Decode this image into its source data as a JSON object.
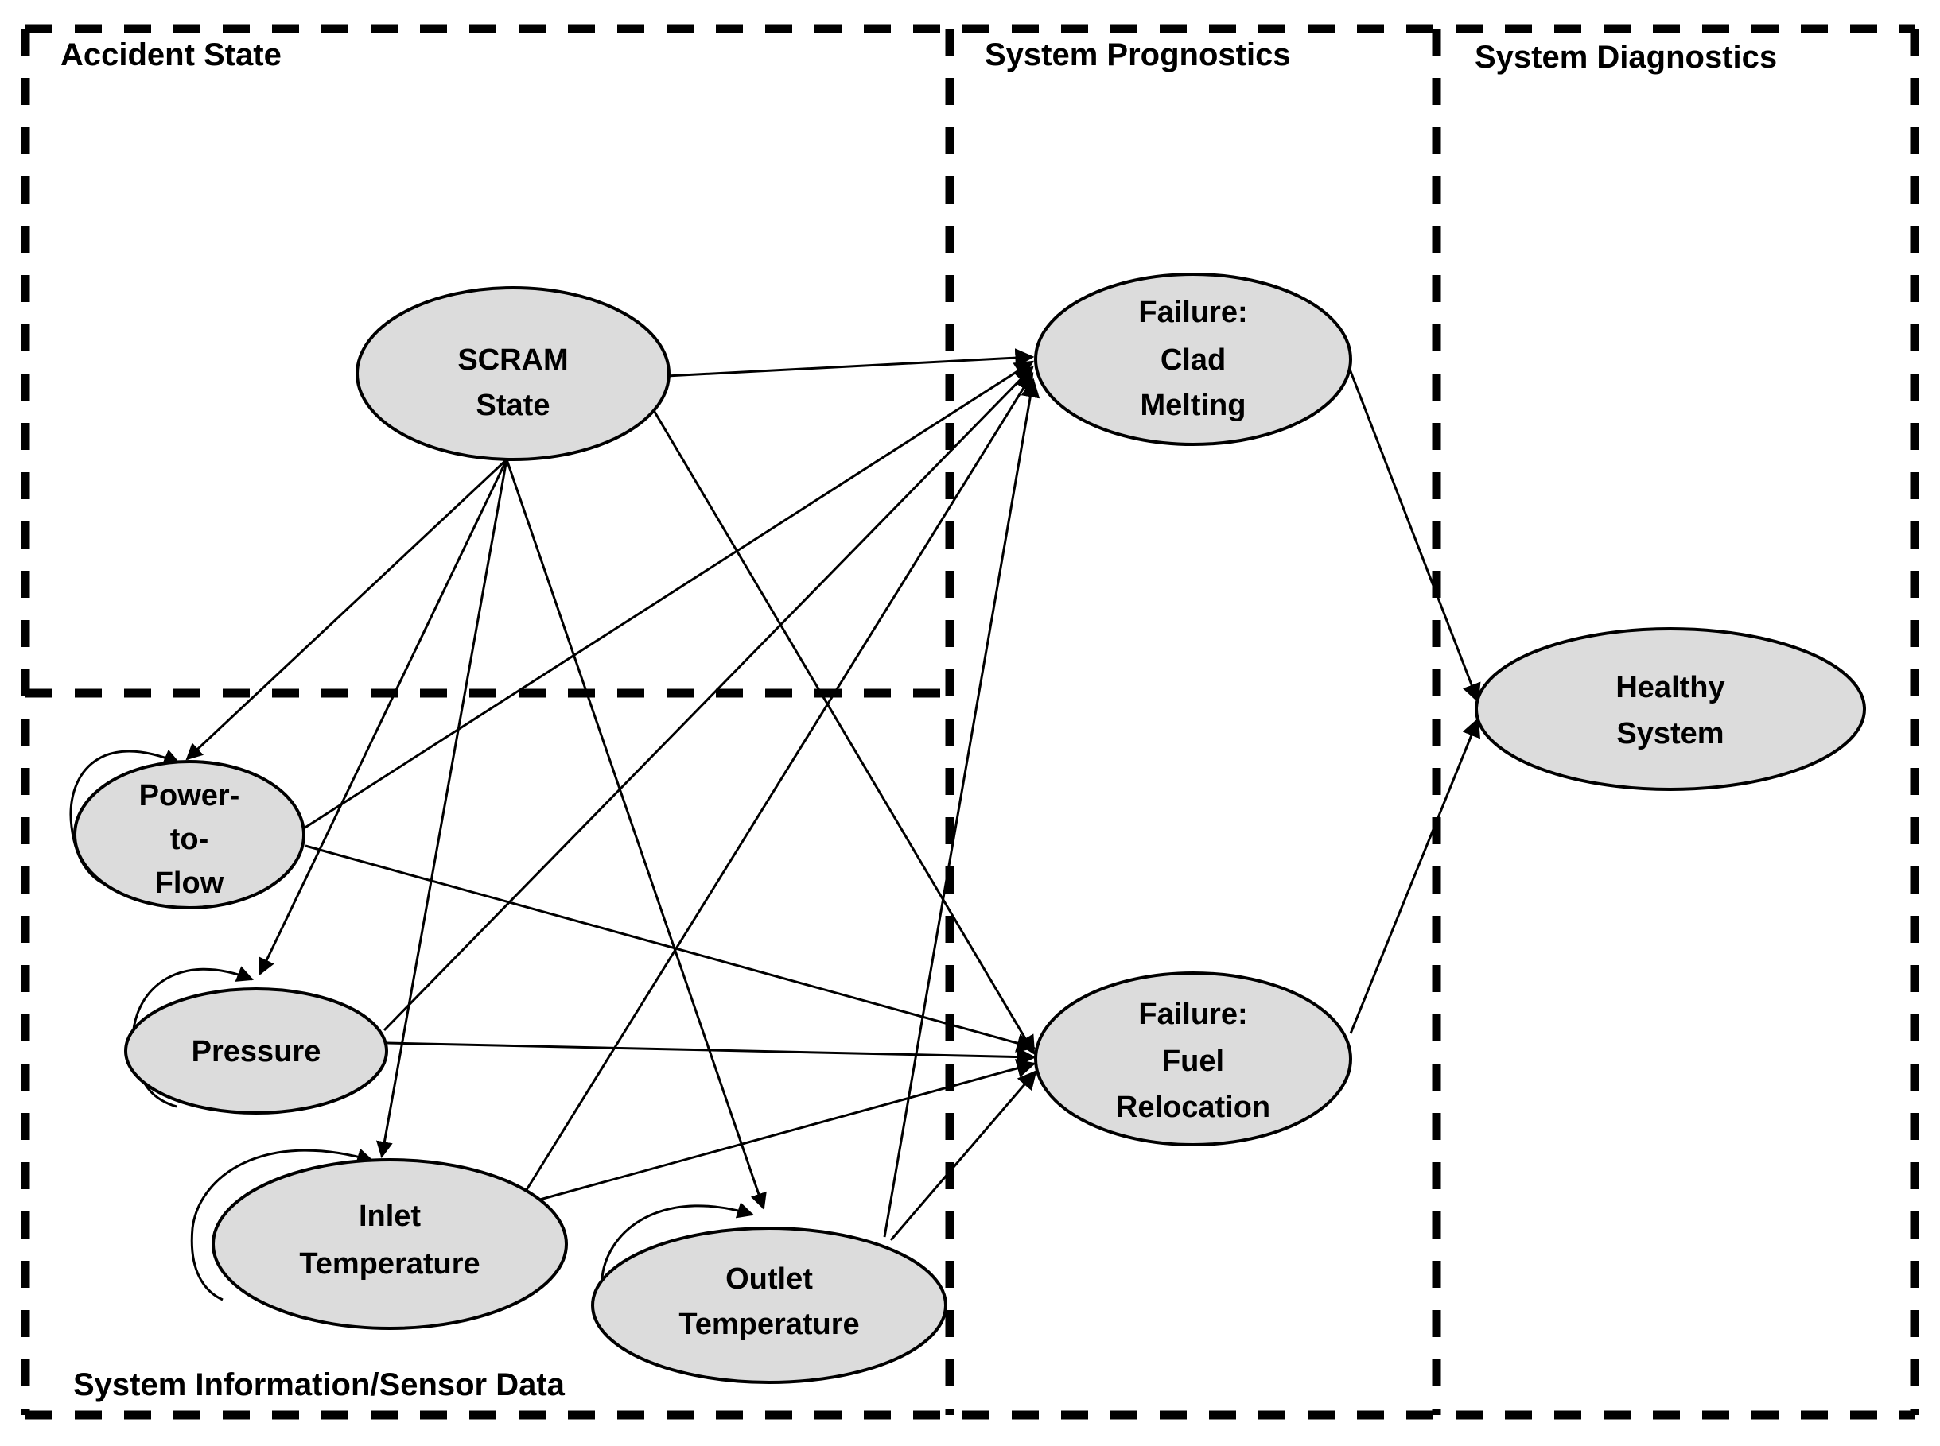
{
  "diagram": {
    "title_regions": [
      {
        "id": "accident-state",
        "label": "Accident State"
      },
      {
        "id": "system-prognostics",
        "label": "System Prognostics"
      },
      {
        "id": "system-diagnostics",
        "label": "System Diagnostics"
      },
      {
        "id": "system-information",
        "label": "System Information/Sensor Data"
      }
    ],
    "colors": {
      "node_fill": "#dcdcdc",
      "node_stroke": "#000000",
      "edge": "#000000",
      "background": "#ffffff",
      "border": "#000000"
    },
    "nodes": [
      {
        "id": "scram-state",
        "label_line1": "SCRAM",
        "label_line2": "State",
        "label_line3": "",
        "region": "accident-state"
      },
      {
        "id": "power-to-flow",
        "label_line1": "Power-",
        "label_line2": "to-",
        "label_line3": "Flow",
        "region": "system-information"
      },
      {
        "id": "pressure",
        "label_line1": "Pressure",
        "label_line2": "",
        "label_line3": "",
        "region": "system-information"
      },
      {
        "id": "inlet-temperature",
        "label_line1": "Inlet",
        "label_line2": "Temperature",
        "label_line3": "",
        "region": "system-information"
      },
      {
        "id": "outlet-temperature",
        "label_line1": "Outlet",
        "label_line2": "Temperature",
        "label_line3": "",
        "region": "system-information"
      },
      {
        "id": "failure-clad-melting",
        "label_line1": "Failure:",
        "label_line2": "Clad",
        "label_line3": "Melting",
        "region": "system-prognostics"
      },
      {
        "id": "failure-fuel-relocation",
        "label_line1": "Failure:",
        "label_line2": "Fuel",
        "label_line3": "Relocation",
        "region": "system-prognostics"
      },
      {
        "id": "healthy-system",
        "label_line1": "Healthy",
        "label_line2": "System",
        "label_line3": "",
        "region": "system-diagnostics"
      }
    ],
    "edges": [
      {
        "from": "scram-state",
        "to": "power-to-flow"
      },
      {
        "from": "scram-state",
        "to": "pressure"
      },
      {
        "from": "scram-state",
        "to": "inlet-temperature"
      },
      {
        "from": "scram-state",
        "to": "outlet-temperature"
      },
      {
        "from": "scram-state",
        "to": "failure-clad-melting"
      },
      {
        "from": "scram-state",
        "to": "failure-fuel-relocation"
      },
      {
        "from": "power-to-flow",
        "to": "power-to-flow"
      },
      {
        "from": "power-to-flow",
        "to": "failure-clad-melting"
      },
      {
        "from": "power-to-flow",
        "to": "failure-fuel-relocation"
      },
      {
        "from": "pressure",
        "to": "pressure"
      },
      {
        "from": "pressure",
        "to": "failure-clad-melting"
      },
      {
        "from": "pressure",
        "to": "failure-fuel-relocation"
      },
      {
        "from": "inlet-temperature",
        "to": "inlet-temperature"
      },
      {
        "from": "inlet-temperature",
        "to": "failure-clad-melting"
      },
      {
        "from": "inlet-temperature",
        "to": "failure-fuel-relocation"
      },
      {
        "from": "outlet-temperature",
        "to": "outlet-temperature"
      },
      {
        "from": "outlet-temperature",
        "to": "failure-clad-melting"
      },
      {
        "from": "outlet-temperature",
        "to": "failure-fuel-relocation"
      },
      {
        "from": "failure-clad-melting",
        "to": "healthy-system"
      },
      {
        "from": "failure-fuel-relocation",
        "to": "healthy-system"
      }
    ]
  }
}
